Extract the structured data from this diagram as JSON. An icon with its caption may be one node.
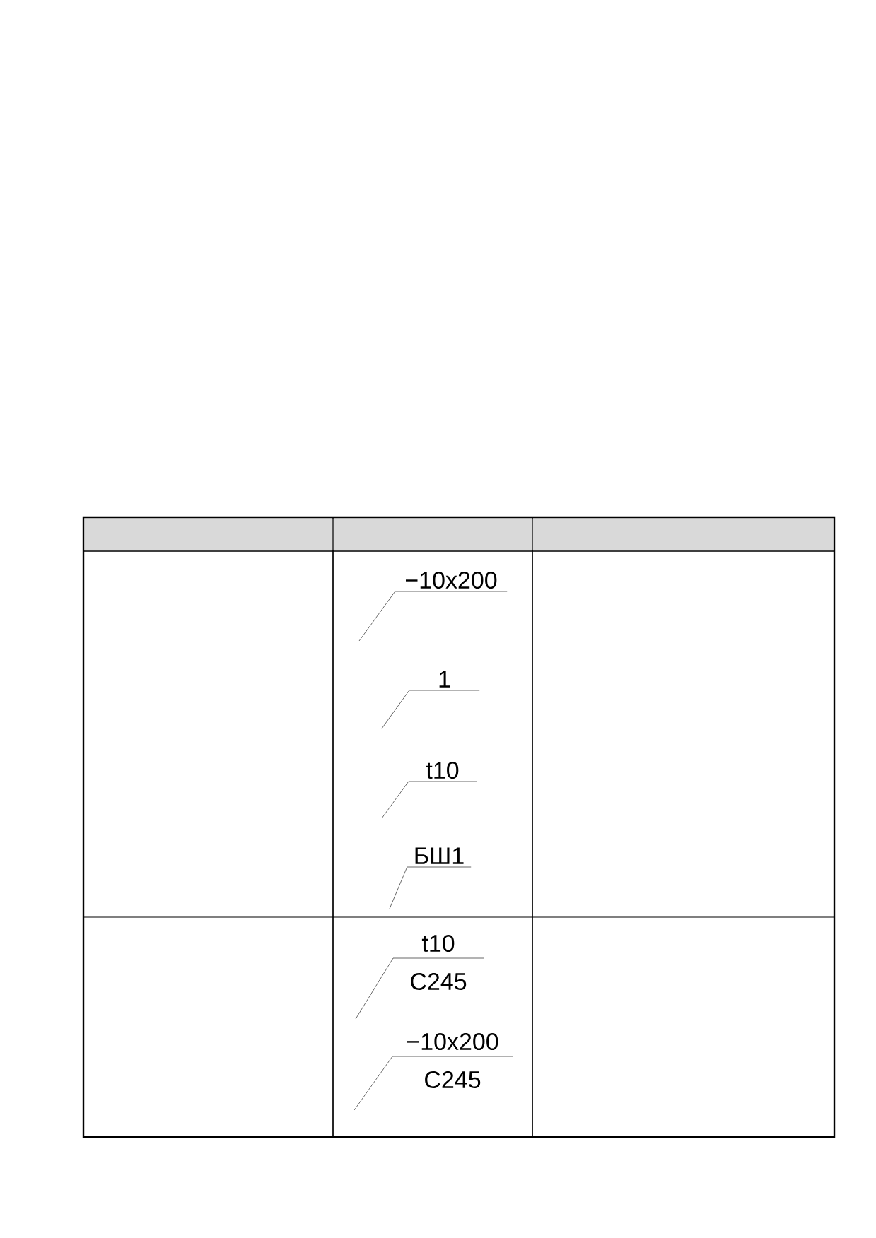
{
  "diagram": {
    "nodes": [
      {
        "text": [
          "−10x200"
        ]
      },
      {
        "text": [
          "1"
        ]
      },
      {
        "text": [
          "t10"
        ]
      },
      {
        "text": [
          "БШ1"
        ]
      },
      {
        "text": [
          "t10",
          "С245"
        ]
      },
      {
        "text": [
          "−10x200",
          "С245"
        ]
      }
    ],
    "edges": [
      {
        "from": 0,
        "to": null,
        "arrow": "none"
      },
      {
        "from": 1,
        "to": null,
        "arrow": "none"
      },
      {
        "from": 2,
        "to": null,
        "arrow": "none"
      },
      {
        "from": 3,
        "to": null,
        "arrow": "none"
      },
      {
        "from": 4,
        "to": null,
        "arrow": "none"
      },
      {
        "from": 5,
        "to": null,
        "arrow": "none"
      }
    ]
  }
}
